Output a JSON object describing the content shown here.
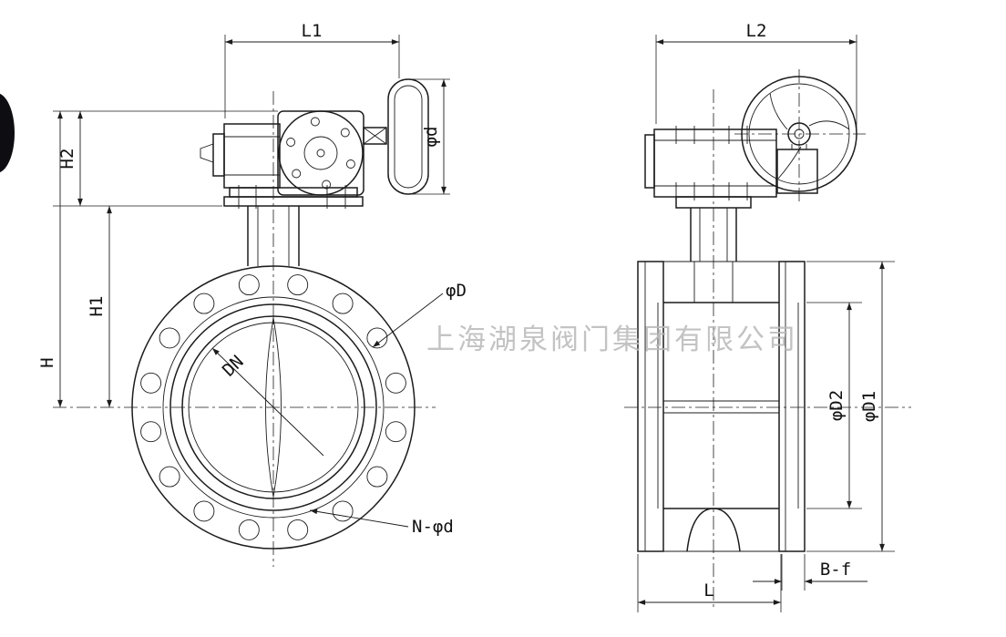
{
  "colors": {
    "line": "#1c1c1c",
    "watermark": "#b9b9b9",
    "background": "#ffffff"
  },
  "watermark": {
    "text": "上海湖泉阀门集团有限公司"
  },
  "front_view": {
    "dim_l1": "L1",
    "dim_h2": "H2",
    "dim_h1": "H1",
    "dim_h": "H",
    "dim_wheel_diameter": "φd",
    "dim_bolt_circle": "φD",
    "dim_nominal_bore": "DN",
    "dim_bolt_holes": "N-φd"
  },
  "side_view": {
    "dim_l2": "L2",
    "dim_d2": "φD2",
    "dim_d1": "φD1",
    "dim_b_f": "B-f",
    "dim_l": "L"
  }
}
